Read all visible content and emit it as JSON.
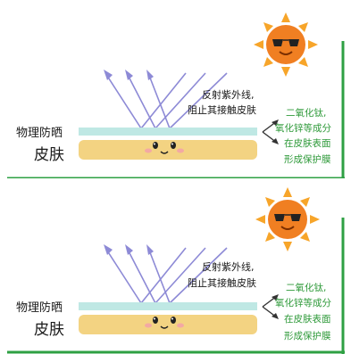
{
  "panels": [
    {
      "left_label_line1": "物理防晒",
      "left_label_line2": "皮肤",
      "reflect_text_line1": "反射紫外线,",
      "reflect_text_line2": "阻止其接触皮肤",
      "green_text": [
        "二氧化钛,",
        "氧化锌等成分",
        "在皮肤表面",
        "形成保护膜"
      ]
    },
    {
      "left_label_line1": "物理防晒",
      "left_label_line2": "皮肤",
      "reflect_text_line1": "反射紫外线,",
      "reflect_text_line2": "阻止其接触皮肤",
      "green_text": [
        "二氧化钛,",
        "氧化锌等成分",
        "在皮肤表面",
        "形成保护膜"
      ]
    }
  ],
  "colors": {
    "green_frame": "#2ea043",
    "text_green": "#2f9a3a",
    "protective_film": "#bfe8e4",
    "skin": "#f3d382",
    "ray": "#8d8ad6",
    "sun": "#f07f22"
  }
}
